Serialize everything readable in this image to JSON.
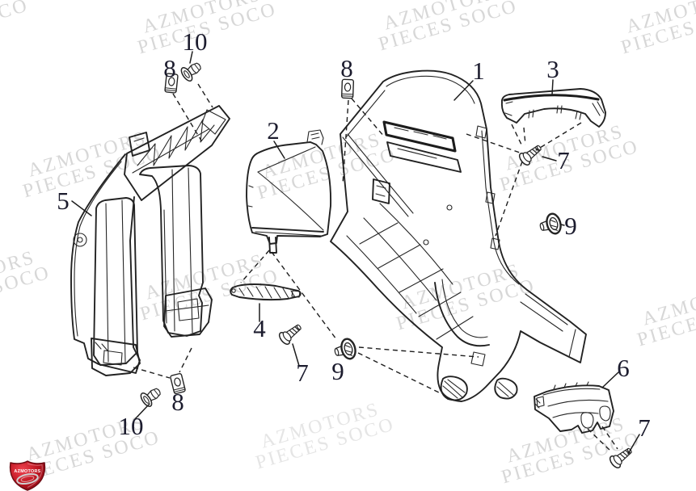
{
  "watermark": {
    "line1": "AZMOTORS",
    "line2": "PIECES SOCO",
    "color": "#cccccc"
  },
  "logo": {
    "brand": "AZMOTORS",
    "shield_color": "#c01622"
  },
  "colors": {
    "line_art": "#222222",
    "label_text": "#1c1c2e",
    "background": "#ffffff"
  },
  "part_numbers": [
    "1",
    "2",
    "3",
    "4",
    "5",
    "6",
    "7",
    "8",
    "9",
    "10"
  ],
  "labels": [
    "1",
    "2",
    "3",
    "4",
    "5",
    "6",
    "7",
    "7",
    "7",
    "8",
    "8",
    "8",
    "9",
    "9",
    "10",
    "10"
  ]
}
